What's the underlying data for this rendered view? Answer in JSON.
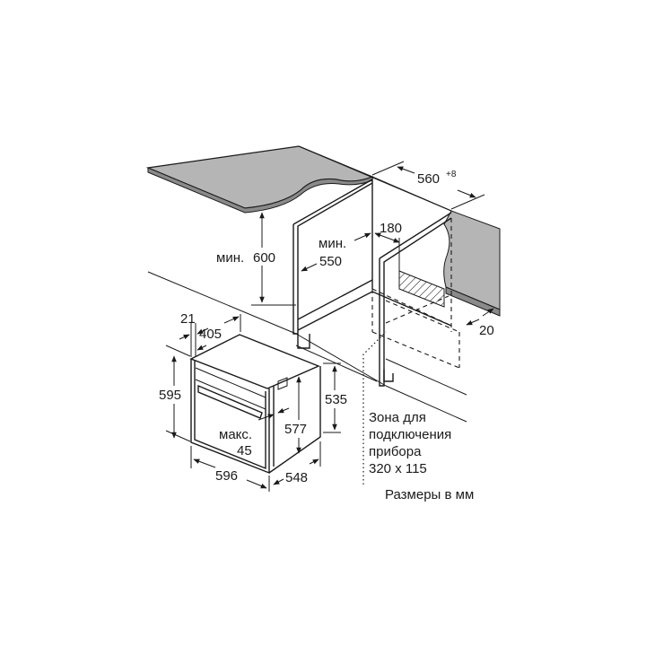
{
  "labels": {
    "niche_width": "560",
    "niche_width_tolerance": "+8",
    "min_height_prefix": "мин.",
    "min_height_value": "600",
    "min_depth_prefix": "мин.",
    "min_depth_value": "550",
    "gap_180": "180",
    "offset_20": "20",
    "oven_21": "21",
    "oven_405": "405",
    "oven_595": "595",
    "oven_535": "535",
    "oven_577": "577",
    "max_prefix": "макс.",
    "max_value": "45",
    "oven_596": "596",
    "oven_548": "548",
    "zone_line1": "Зона для",
    "zone_line2": "подключения",
    "zone_line3": "прибора",
    "zone_line4": "320 x 115",
    "units_note": "Размеры в мм"
  },
  "colors": {
    "countertop": "#b5b5b5",
    "line": "#1a1a1a"
  }
}
